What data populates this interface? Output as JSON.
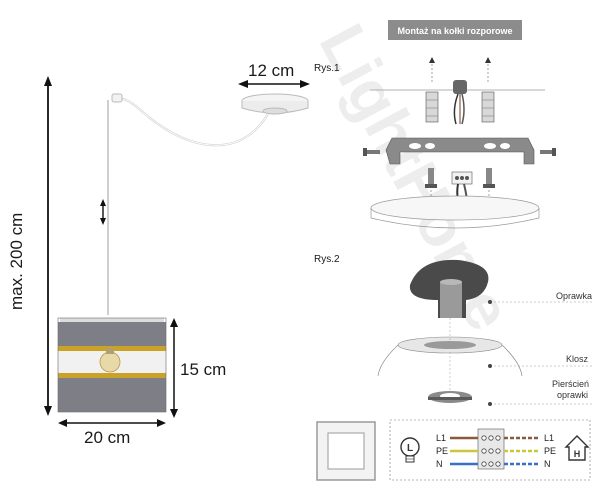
{
  "lamp": {
    "dim_canopy": "12 cm",
    "dim_height": "max. 200 cm",
    "dim_shade_height": "15 cm",
    "dim_shade_width": "20 cm"
  },
  "mounting": {
    "header": "Montaż na kołki rozporowe",
    "fig1": "Rys.1",
    "fig2": "Rys.2"
  },
  "parts": {
    "holder": "Oprawka",
    "shade": "Klosz",
    "ring_line1": "Pierścień",
    "ring_line2": "oprawki"
  },
  "wiring": {
    "lamp_symbol": "L",
    "house_symbol": "H",
    "rows": [
      {
        "left": "L1",
        "right": "L1",
        "color_left": "#8a5a3c",
        "color_right": "#8a5a3c"
      },
      {
        "left": "PE",
        "right": "PE",
        "color_left": "#c8c83a",
        "color_right": "#c8c83a"
      },
      {
        "left": "N",
        "right": "N",
        "color_left": "#3a6fc8",
        "color_right": "#3a6fc8"
      }
    ]
  },
  "watermark": "LightHome"
}
